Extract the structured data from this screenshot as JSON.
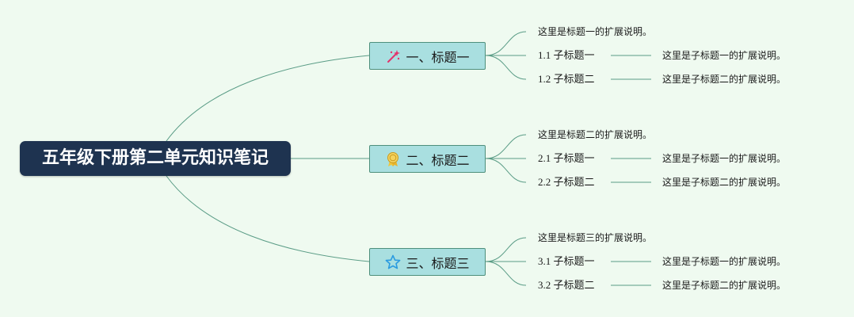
{
  "central_topic": "五年级下册第二单元知识笔记",
  "colors": {
    "background": "#effaf0",
    "central_fill": "#1e3350",
    "branch_fill": "#a9dfe0",
    "branch_border": "#4e8f7c",
    "connector": "#5a9c86"
  },
  "branches": [
    {
      "title": "一、标题一",
      "icon": "magic-wand-icon",
      "description": "这里是标题一的扩展说明。",
      "subtopics": [
        {
          "label": "1.1 子标题一",
          "note": "这里是子标题一的扩展说明。"
        },
        {
          "label": "1.2 子标题二",
          "note": "这里是子标题二的扩展说明。"
        }
      ]
    },
    {
      "title": "二、标题二",
      "icon": "award-medal-icon",
      "description": "这里是标题二的扩展说明。",
      "subtopics": [
        {
          "label": "2.1 子标题一",
          "note": "这里是子标题一的扩展说明。"
        },
        {
          "label": "2.2 子标题二",
          "note": "这里是子标题二的扩展说明。"
        }
      ]
    },
    {
      "title": "三、标题三",
      "icon": "star-icon",
      "description": "这里是标题三的扩展说明。",
      "subtopics": [
        {
          "label": "3.1 子标题一",
          "note": "这里是子标题一的扩展说明。"
        },
        {
          "label": "3.2 子标题二",
          "note": "这里是子标题二的扩展说明。"
        }
      ]
    }
  ]
}
